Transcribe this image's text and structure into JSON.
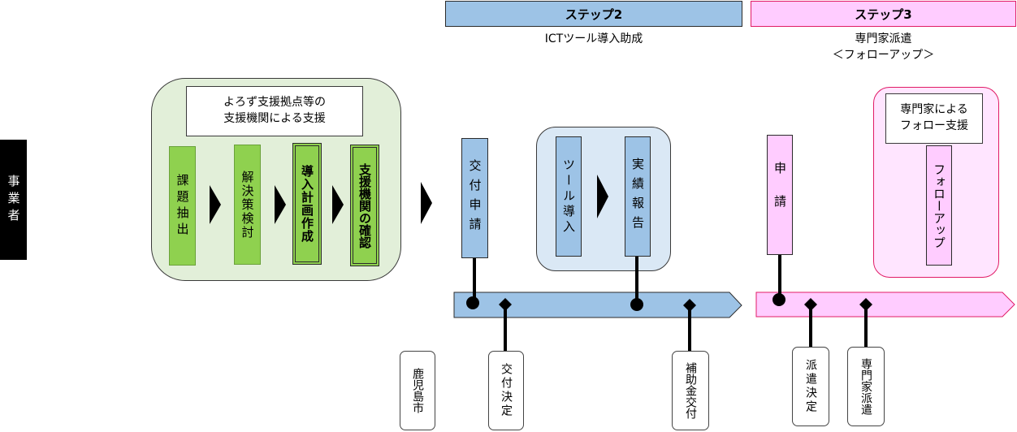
{
  "left_label": "事業者",
  "step2": {
    "header": "ステップ2",
    "subtitle": "ICTツール導入助成"
  },
  "step3": {
    "header": "ステップ3",
    "subtitle_line1": "専門家派遣",
    "subtitle_line2": "＜フォローアップ＞"
  },
  "step1_panel": {
    "title_line1": "よろず支援拠点等の",
    "title_line2": "支援機関による支援",
    "steps": [
      {
        "label": "課題抽出"
      },
      {
        "label": "解決策検討"
      },
      {
        "label": "導入計画作成"
      },
      {
        "label": "支援機関の確認"
      }
    ]
  },
  "koufu_shinsei": "交付申請",
  "tool_dounyu": "ツール導入",
  "jisseki_houkoku": "実績報告",
  "shinsei": "申請",
  "followup_panel": {
    "title_line1": "専門家による",
    "title_line2": "フォロー支援",
    "box_label": "フォローアップ"
  },
  "agents": {
    "city": "鹿児島市",
    "kofu_kettei": "交付決定",
    "hojokin": "補助金交付",
    "haken_kettei": "派遣決定",
    "senmonka_haken": "専門家派遣"
  },
  "colors": {
    "step1_bg": "#e2efd9",
    "green_box": "#8fd14f",
    "blue": "#9dc3e6",
    "blue_panel": "#dae8f5",
    "pink": "#ffccff",
    "pink_panel": "#ffe5ff",
    "pink_border": "#e01b66"
  }
}
